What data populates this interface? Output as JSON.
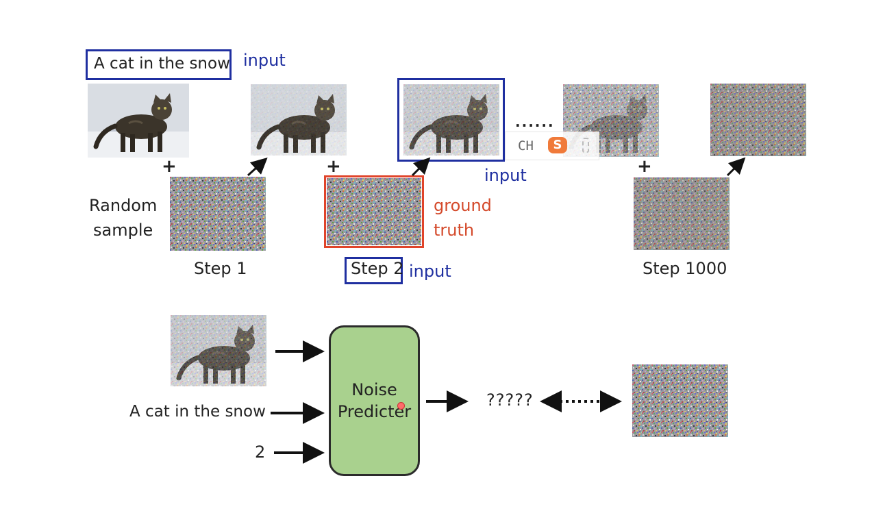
{
  "prompt_text": "A cat in the snow",
  "input_label": "input",
  "random_sample": "Random\nsample",
  "step1_label": "Step 1",
  "step2_label": "Step 2",
  "step1000_label": "Step 1000",
  "ground_truth": "ground\ntruth",
  "ellipsis": "......",
  "predictor": {
    "line1": "Noise",
    "line2": "Predicter"
  },
  "predictor_inputs": {
    "text": "A cat in the snow",
    "step": "2"
  },
  "unknown_output": "?????",
  "ime": {
    "lang": "CH",
    "logo": "S"
  },
  "colors": {
    "blue": "#1f2fa0",
    "red": "#e0442a",
    "green": "#a9d18e"
  }
}
